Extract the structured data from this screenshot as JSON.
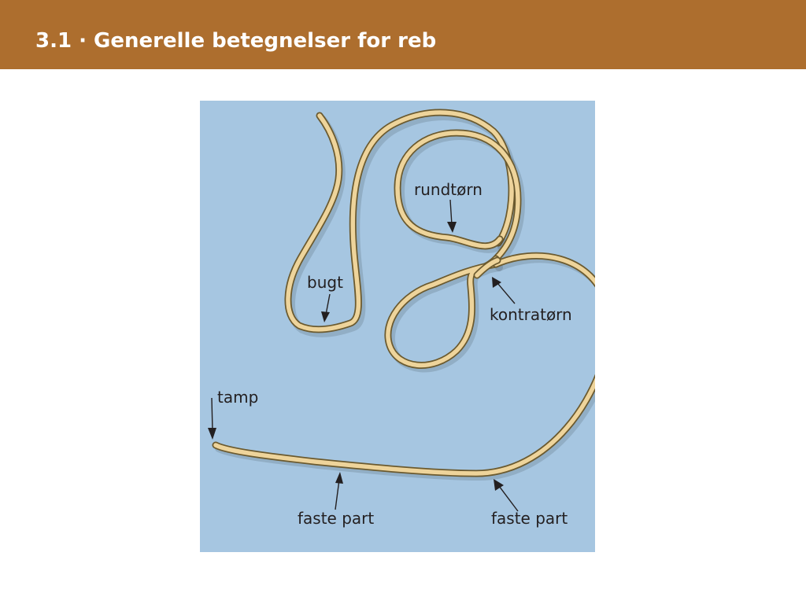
{
  "slide": {
    "title": "3.1 · Generelle betegnelser for reb",
    "header_color": "#ad6e2e"
  },
  "diagram": {
    "background_color": "#a6c6e1",
    "rope_color": "#eed49b",
    "rope_outline_color": "#6b5a2f",
    "labels": {
      "rundtorn": "rundtørn",
      "bugt": "bugt",
      "kontratorn": "kontratørn",
      "tamp": "tamp",
      "faste_part_left": "faste part",
      "faste_part_right": "faste part"
    }
  }
}
